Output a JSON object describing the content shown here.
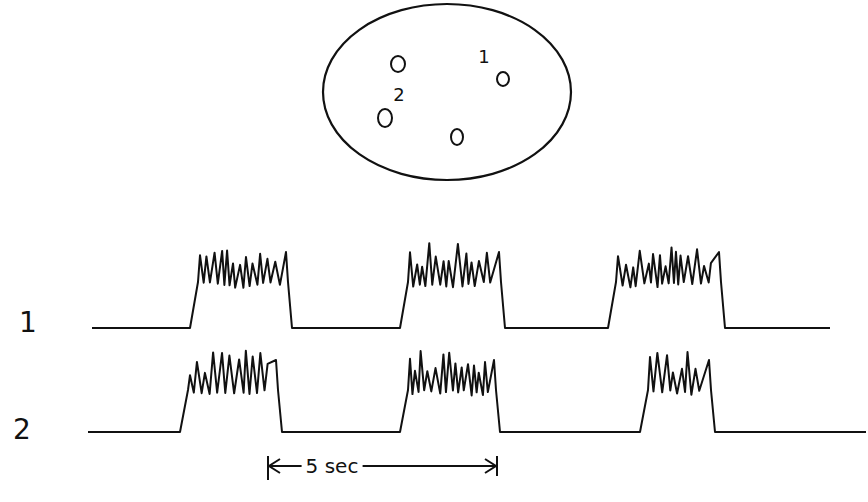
{
  "diagram": {
    "labels": [
      "1",
      "2",
      "1",
      "2",
      "5 sec"
    ]
  }
}
